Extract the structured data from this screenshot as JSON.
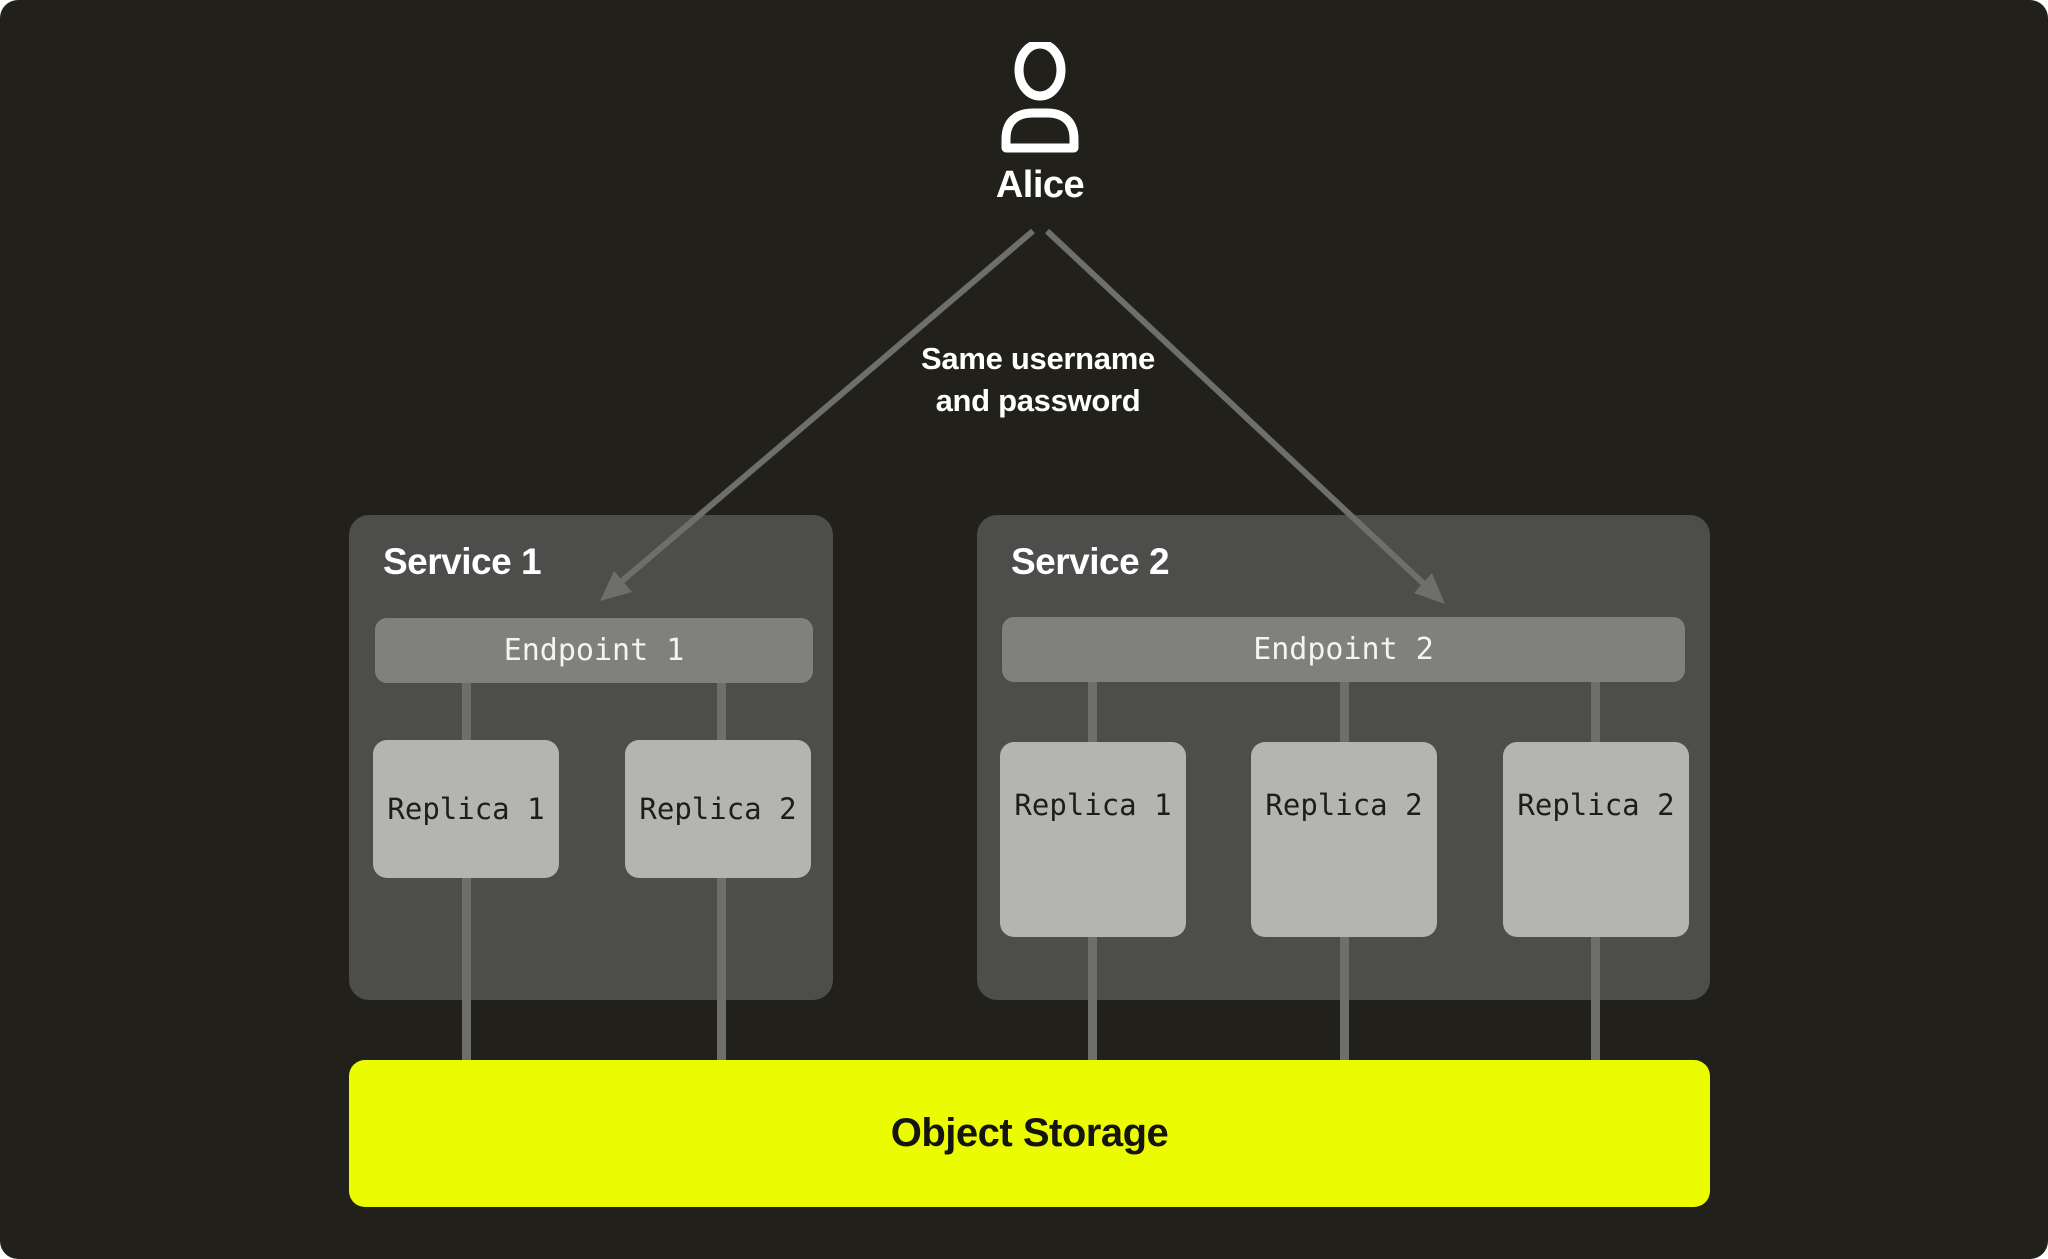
{
  "user": {
    "name": "Alice",
    "icon": "person-icon"
  },
  "annotation": {
    "line1": "Same username",
    "line2": "and password"
  },
  "services": [
    {
      "title": "Service 1",
      "endpoint": "Endpoint 1",
      "replicas": [
        "Replica 1",
        "Replica 2"
      ]
    },
    {
      "title": "Service 2",
      "endpoint": "Endpoint 2",
      "replicas": [
        "Replica 1",
        "Replica 2",
        "Replica 2"
      ]
    }
  ],
  "storage": {
    "label": "Object Storage"
  },
  "colors": {
    "background": "#21201b",
    "service_box": "#4d4d4b",
    "endpoint": "#80807e",
    "replica": "#b4b4b2",
    "storage_accent": "#ecfc00",
    "connector": "#6e6e6c",
    "text_light": "#ffffff",
    "text_dark": "#1d1d1b"
  }
}
